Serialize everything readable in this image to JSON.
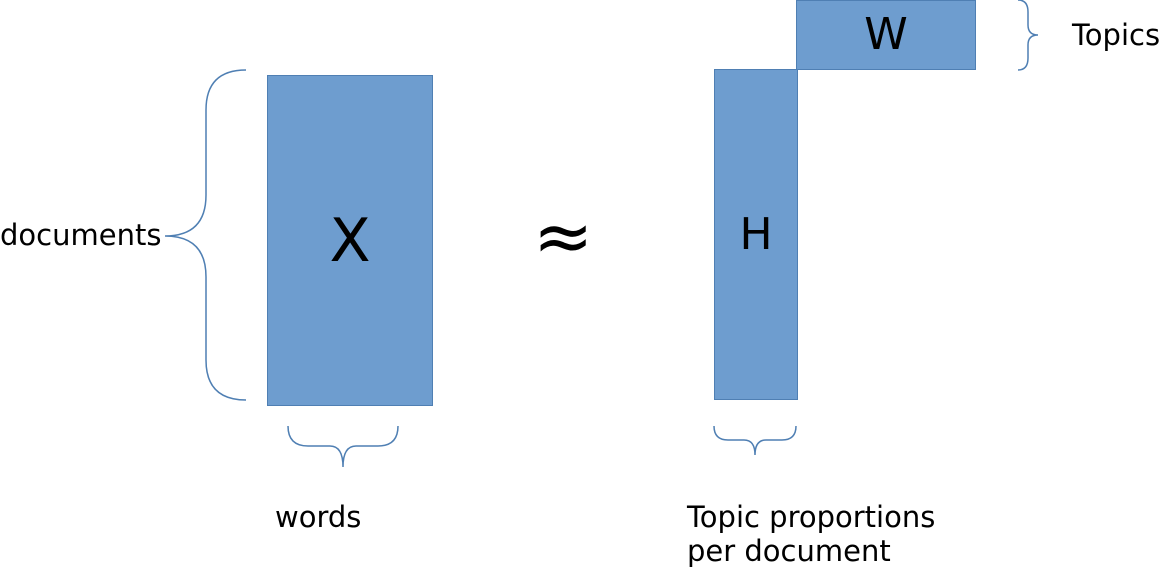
{
  "matrices": {
    "x": {
      "letter": "X"
    },
    "h": {
      "letter": "H"
    },
    "w": {
      "letter": "W"
    }
  },
  "operator": "≈",
  "labels": {
    "documents": "documents",
    "words": "words",
    "topics": "Topics",
    "topic_proportions_line1": "Topic proportions",
    "topic_proportions_line2": "per document"
  },
  "colors": {
    "matrix_fill": "#6e9dcf",
    "matrix_border": "#4f7fb3",
    "brace": "#4f7fb3"
  }
}
